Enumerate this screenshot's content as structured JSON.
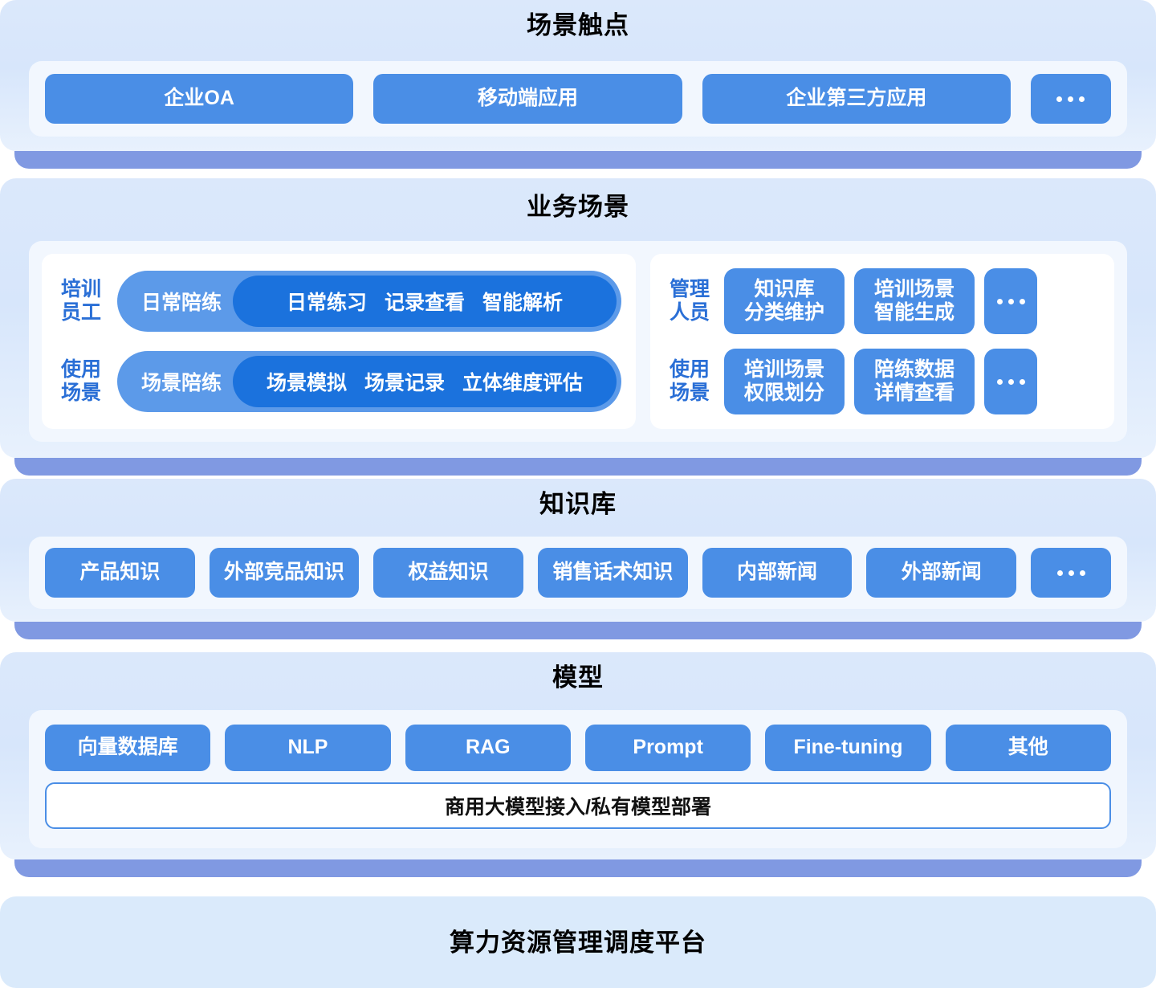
{
  "colors": {
    "panel_bg": "#dbe8fb",
    "panel_bg_bottom": "#e8f1fd",
    "shadow_bar": "#8099e2",
    "inner_card": "#f2f7fe",
    "white_card": "#ffffff",
    "chip_blue": "#4a8ee6",
    "pill_outer_blue": "#5c9ae9",
    "pill_inner_blue": "#1b72dd",
    "label_blue": "#2a6fd6",
    "title_black": "#000000"
  },
  "sections": {
    "touchpoint": {
      "title": "场景触点",
      "items": [
        {
          "label": "企业OA"
        },
        {
          "label": "移动端应用"
        },
        {
          "label": "企业第三方应用"
        },
        {
          "label": "…",
          "ellipsis": true
        }
      ]
    },
    "business": {
      "title": "业务场景",
      "left_panel": {
        "rows": [
          {
            "role_label": "培训\n员工",
            "head": "日常陪练",
            "tags": [
              "日常练习",
              "记录查看",
              "智能解析"
            ]
          },
          {
            "role_label": "使用\n场景",
            "head": "场景陪练",
            "tags": [
              "场景模拟",
              "场景记录",
              "立体维度评估"
            ]
          }
        ]
      },
      "right_panel": {
        "rows": [
          {
            "role_label": "管理\n人员",
            "items": [
              {
                "label": "知识库\n分类维护"
              },
              {
                "label": "培训场景\n智能生成"
              },
              {
                "label": "…",
                "ellipsis": true
              }
            ]
          },
          {
            "role_label": "使用\n场景",
            "items": [
              {
                "label": "培训场景\n权限划分"
              },
              {
                "label": "陪练数据\n详情查看"
              },
              {
                "label": "…",
                "ellipsis": true
              }
            ]
          }
        ]
      }
    },
    "knowledge": {
      "title": "知识库",
      "items": [
        {
          "label": "产品知识"
        },
        {
          "label": "外部竞品知识"
        },
        {
          "label": "权益知识"
        },
        {
          "label": "销售话术知识"
        },
        {
          "label": "内部新闻"
        },
        {
          "label": "外部新闻"
        },
        {
          "label": "…",
          "ellipsis": true
        }
      ]
    },
    "model": {
      "title": "模型",
      "items": [
        {
          "label": "向量数据库"
        },
        {
          "label": "NLP"
        },
        {
          "label": "RAG"
        },
        {
          "label": "Prompt"
        },
        {
          "label": "Fine-tuning"
        },
        {
          "label": "其他"
        }
      ],
      "banner": "商用大模型接入/私有模型部署"
    },
    "compute": {
      "title": "算力资源管理调度平台"
    }
  }
}
